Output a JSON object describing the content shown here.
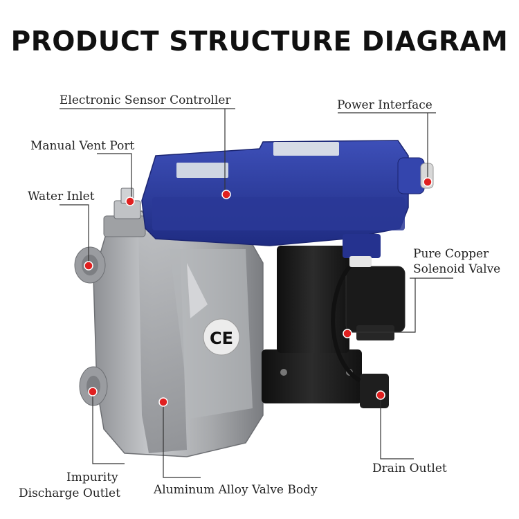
{
  "title": "PRODUCT STRUCTURE DIAGRAM",
  "labels": {
    "electronic_sensor_controller": "Electronic Sensor Controller",
    "power_interface": "Power Interface",
    "manual_vent_port": "Manual Vent Port",
    "water_inlet": "Water Inlet",
    "pure_copper_solenoid_valve_line1": "Pure Copper",
    "pure_copper_solenoid_valve_line2": "Solenoid Valve",
    "impurity_discharge_outlet_line1": "Impurity",
    "impurity_discharge_outlet_line2": "Discharge Outlet",
    "aluminum_alloy_valve_body": "Aluminum Alloy Valve Body",
    "drain_outlet": "Drain Outlet"
  },
  "body_mark": "CE",
  "colors": {
    "marker": "#e02020",
    "controller_blue": "#2d3ea0",
    "aluminum": "#a9abae",
    "solenoid_black": "#1b1b1b",
    "leader_line": "#333333"
  }
}
